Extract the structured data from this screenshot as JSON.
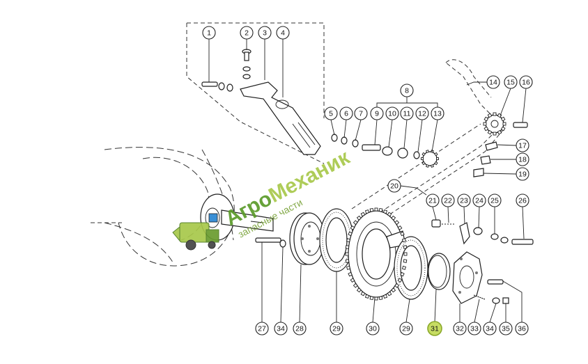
{
  "callouts": [
    {
      "id": "1",
      "label": "1"
    },
    {
      "id": "2",
      "label": "2"
    },
    {
      "id": "3",
      "label": "3"
    },
    {
      "id": "4",
      "label": "4"
    },
    {
      "id": "5",
      "label": "5"
    },
    {
      "id": "6",
      "label": "6"
    },
    {
      "id": "7",
      "label": "7"
    },
    {
      "id": "8",
      "label": "8"
    },
    {
      "id": "9",
      "label": "9"
    },
    {
      "id": "10",
      "label": "10"
    },
    {
      "id": "11",
      "label": "11"
    },
    {
      "id": "12",
      "label": "12"
    },
    {
      "id": "13",
      "label": "13"
    },
    {
      "id": "14",
      "label": "14"
    },
    {
      "id": "15",
      "label": "15"
    },
    {
      "id": "16",
      "label": "16"
    },
    {
      "id": "17",
      "label": "17"
    },
    {
      "id": "18",
      "label": "18"
    },
    {
      "id": "19",
      "label": "19"
    },
    {
      "id": "20",
      "label": "20"
    },
    {
      "id": "21",
      "label": "21"
    },
    {
      "id": "22",
      "label": "22"
    },
    {
      "id": "23",
      "label": "23"
    },
    {
      "id": "24",
      "label": "24"
    },
    {
      "id": "25",
      "label": "25"
    },
    {
      "id": "26",
      "label": "26"
    },
    {
      "id": "27",
      "label": "27"
    },
    {
      "id": "28",
      "label": "28"
    },
    {
      "id": "29a",
      "label": "29"
    },
    {
      "id": "29b",
      "label": "29"
    },
    {
      "id": "30",
      "label": "30"
    },
    {
      "id": "31",
      "label": "31",
      "highlighted": true
    },
    {
      "id": "32",
      "label": "32"
    },
    {
      "id": "33",
      "label": "33"
    },
    {
      "id": "34a",
      "label": "34"
    },
    {
      "id": "34b",
      "label": "34"
    },
    {
      "id": "35",
      "label": "35"
    },
    {
      "id": "36",
      "label": "36"
    }
  ],
  "watermark": {
    "title_part1": "Агро",
    "title_part2": "Механик",
    "subtitle": "запасные части",
    "color_primary": "#5b9b2a",
    "color_secondary": "#a8c84a",
    "icon": "harvester-icon"
  },
  "colors": {
    "highlight": "#c6dc62",
    "line": "#222222"
  }
}
